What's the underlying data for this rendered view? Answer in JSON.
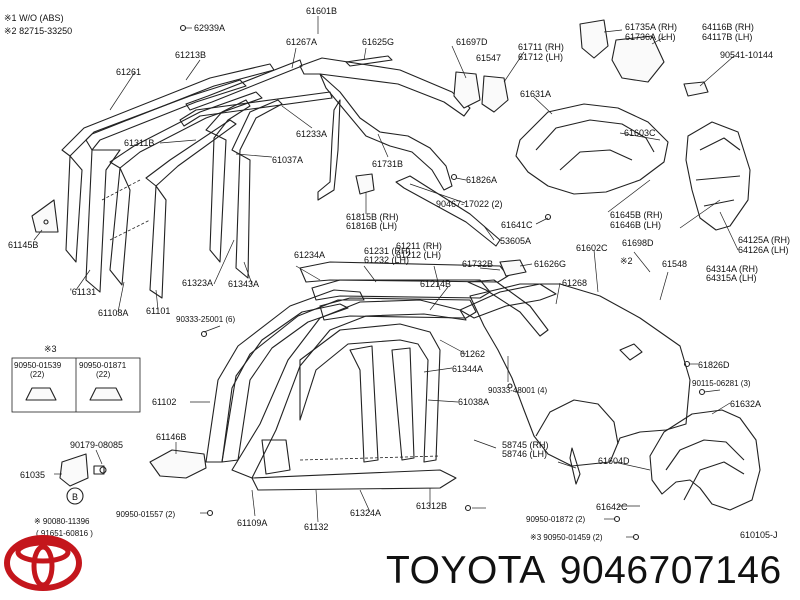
{
  "notes": {
    "line1_mark": "※1",
    "line1_text": "W/O (ABS)",
    "line2_mark": "※2",
    "line2_text": "82715-33250"
  },
  "brand": {
    "name": "TOYOTA",
    "part_number": "9046707146"
  },
  "diagram_code": "610105-J",
  "legend": {
    "mark": "※3",
    "col1_part": "90950-01539",
    "col1_qty": "(22)",
    "col2_part": "90950-01871",
    "col2_qty": "(22)"
  },
  "callouts": {
    "c62939A": "62939A",
    "c61601B": "61601B",
    "c61267A": "61267A",
    "c61625G": "61625G",
    "c61697D": "61697D",
    "c61547": "61547",
    "c61711": "61711 (RH)",
    "c61712": "61712 (LH)",
    "c61735A": "61735A (RH)",
    "c61736A": "61736A (LH)",
    "c64116B": "64116B (RH)",
    "c64117B": "64117B (LH)",
    "c90541": "90541-10144",
    "c61213B": "61213B",
    "c61261": "61261",
    "c61631A": "61631A",
    "c61311B": "61311B",
    "c61233A": "61233A",
    "c61037A": "61037A",
    "c61603C": "61603C",
    "c61731B": "61731B",
    "c61826A": "61826A",
    "c61815B": "61815B (RH)",
    "c61816B": "61816B (LH)",
    "c90467": "90467-17022 (2)",
    "c61641C": "61641C",
    "c61645B": "61645B (RH)",
    "c61646B": "61646B (LH)",
    "c61145B": "61145B",
    "c53605A": "53605A",
    "c61602C": "61602C",
    "c61698D": "61698D",
    "c64125A": "64125A (RH)",
    "c64126A": "64126A (LH)",
    "c61234A": "61234A",
    "c61231": "61231 (RH)",
    "c61232": "61232 (LH)",
    "c61211": "61211 (RH)",
    "c61212": "61212 (LH)",
    "c61732B": "61732B",
    "c61626G": "61626G",
    "c61268": "61268",
    "c61548": "61548",
    "c64314A": "64314A (RH)",
    "c64315A": "64315A (LH)",
    "c61323A": "61323A",
    "c61343A": "61343A",
    "c61214B": "61214B",
    "c61131": "'61131",
    "c61108A": "61108A",
    "c61101": "61101",
    "c90333_25001": "90333-25001 (6)",
    "c61262": "61262",
    "c61344A": "61344A",
    "c61826D": "61826D",
    "c90333_48001": "90333-48001 (4)",
    "c90115": "90115-06281 (3)",
    "c61102": "61102",
    "c61038A": "61038A",
    "c61632A": "61632A",
    "c61146B": "61146B",
    "c90179": "90179-08085",
    "c58745": "58745 (RH)",
    "c58746": "58746 (LH)",
    "c61604D": "61604D",
    "c61035": "61035",
    "c61109A": "61109A",
    "c61132": "61132",
    "c61324A": "61324A",
    "c61312B": "61312B",
    "c61642C": "61642C",
    "c90950_01557": "90950-01557 (2)",
    "c90950_01872": "90950-01872 (2)",
    "c90950_01459": "※3 90950-01459 (2)",
    "c90080": "※ 90080-11396",
    "c91651": "( 91651-60816 )",
    "mark1": "※1",
    "mark2": "※2",
    "markB": "B"
  }
}
